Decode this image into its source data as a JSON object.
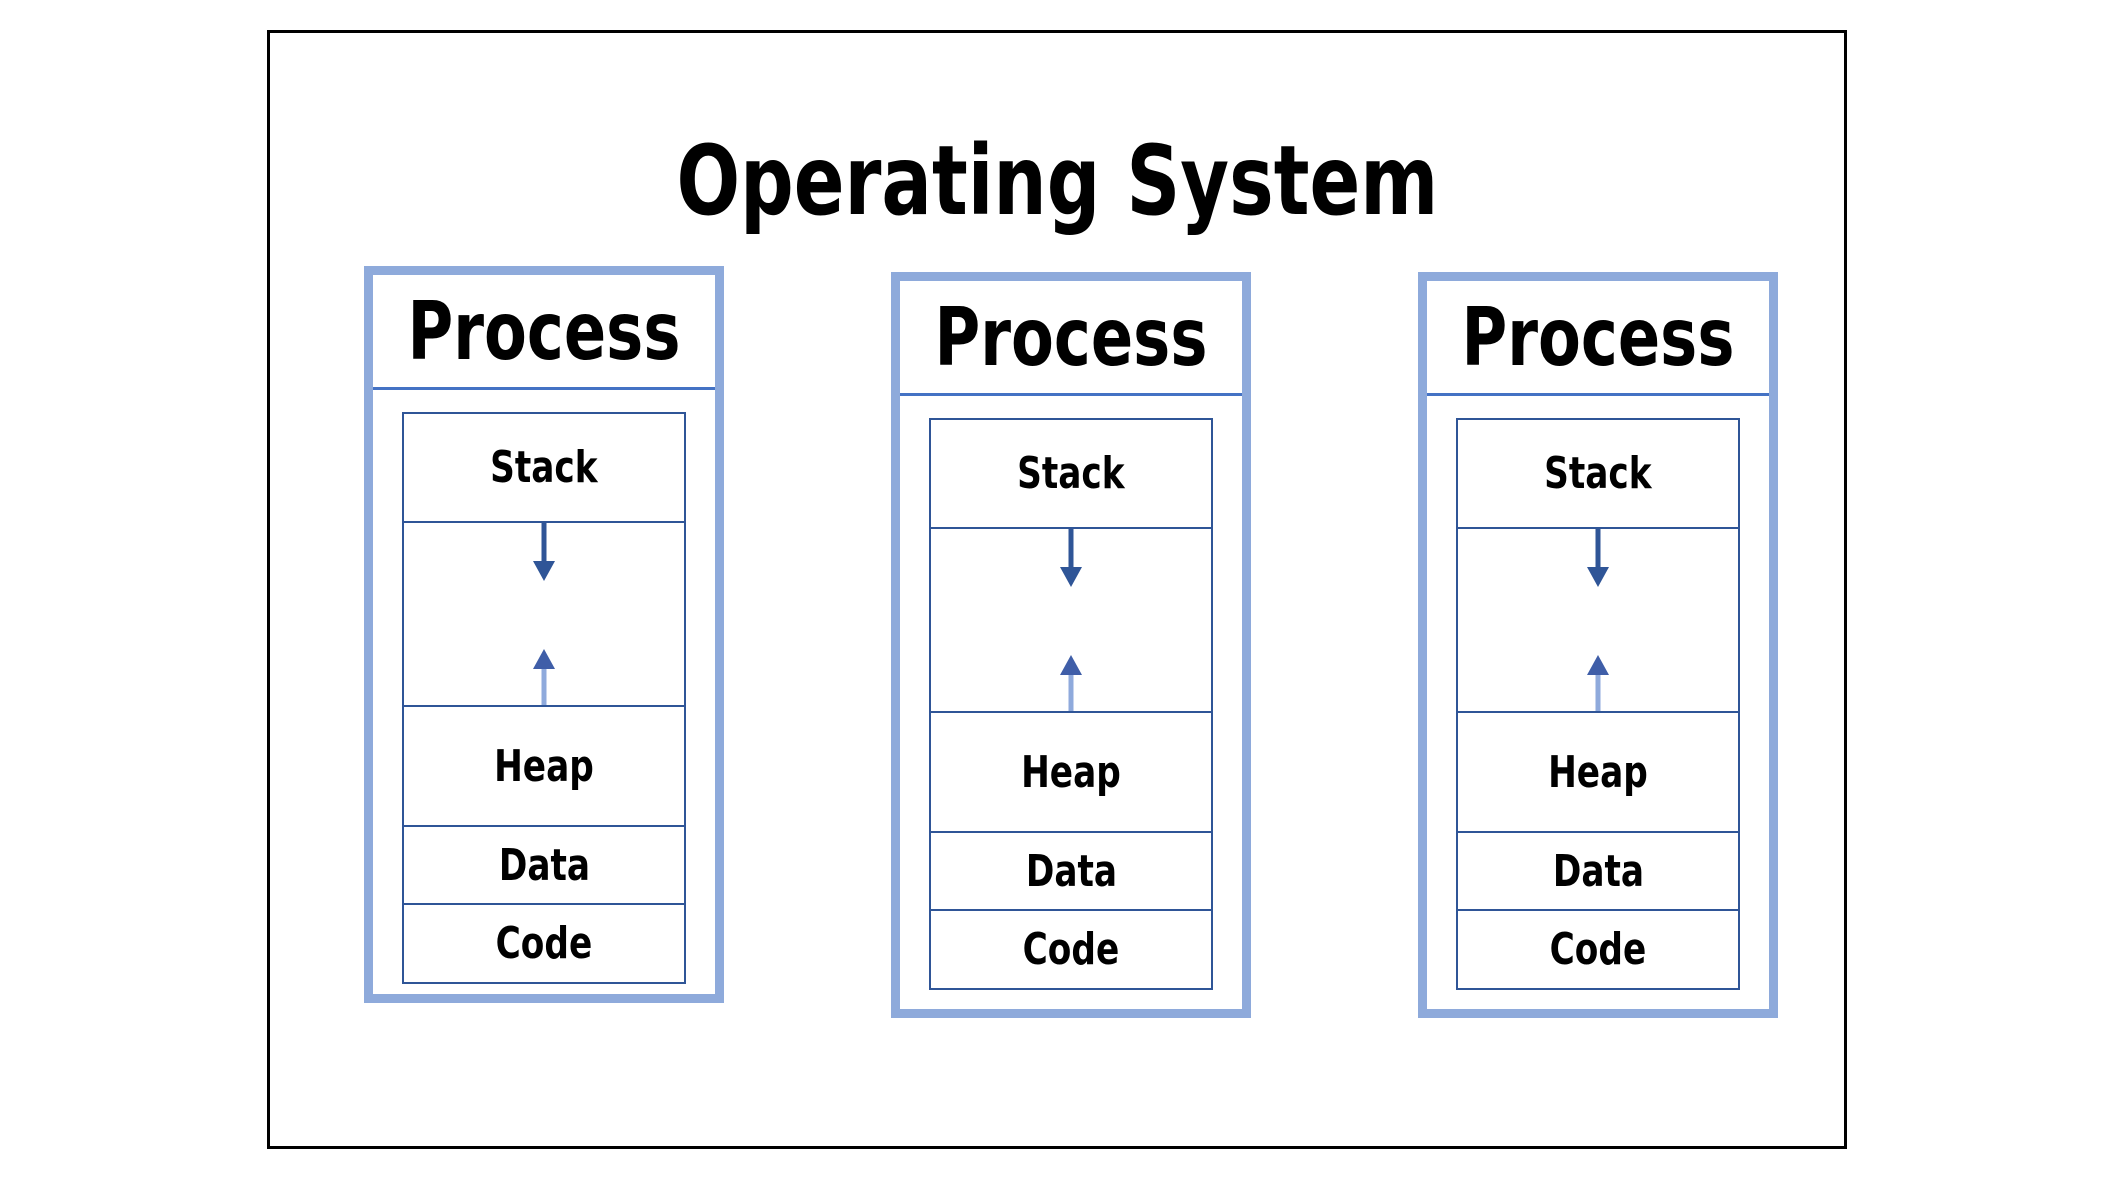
{
  "page": {
    "title": "Operating System"
  },
  "colors": {
    "background": "#FFFFFF",
    "frame_border": "#000000",
    "process_border": "#8EAADB",
    "title_separator": "#4472C4",
    "inner_border": "#2F5597",
    "arrow_down": "#2F5597",
    "arrow_up_stem": "#8FAADC",
    "arrow_up_head": "#3F5EA8",
    "text": "#000000"
  },
  "icons": {
    "stack_growth": "arrow-down-icon",
    "heap_growth": "arrow-up-icon"
  },
  "processes": [
    {
      "title": "Process",
      "sections": {
        "stack": "Stack",
        "heap": "Heap",
        "data": "Data",
        "code": "Code"
      }
    },
    {
      "title": "Process",
      "sections": {
        "stack": "Stack",
        "heap": "Heap",
        "data": "Data",
        "code": "Code"
      }
    },
    {
      "title": "Process",
      "sections": {
        "stack": "Stack",
        "heap": "Heap",
        "data": "Data",
        "code": "Code"
      }
    }
  ]
}
